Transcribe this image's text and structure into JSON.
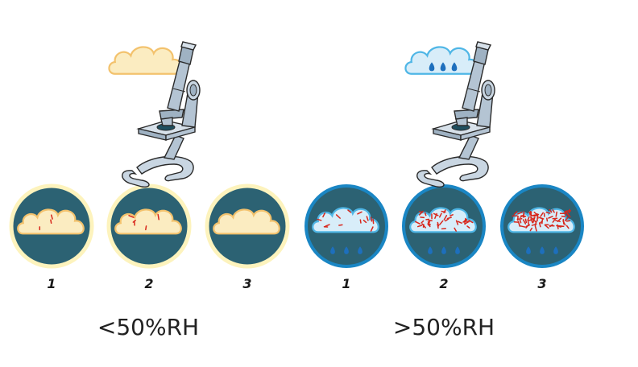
{
  "colors": {
    "disc_fill": "#2c6273",
    "dry_ring": "#fdf3bd",
    "wet_ring": "#1a86c4",
    "dry_cloud": "#fbecc1",
    "dry_cloud_outline": "#f3c26d",
    "wet_cloud": "#d8edf9",
    "wet_cloud_outline": "#4fb6e6",
    "droplet": "#1d6fbd",
    "bacteria": "#d8261b"
  },
  "groups": [
    {
      "id": "low-humidity",
      "label": "<50%RH",
      "header_cloud": {
        "style": "dry",
        "droplets": false
      },
      "samples": [
        {
          "number": "1",
          "density": 3
        },
        {
          "number": "2",
          "density": 5
        },
        {
          "number": "3",
          "density": 0
        }
      ]
    },
    {
      "id": "high-humidity",
      "label": ">50%RH",
      "header_cloud": {
        "style": "wet",
        "droplets": true
      },
      "samples": [
        {
          "number": "1",
          "density": 14
        },
        {
          "number": "2",
          "density": 38
        },
        {
          "number": "3",
          "density": 75
        }
      ]
    }
  ]
}
